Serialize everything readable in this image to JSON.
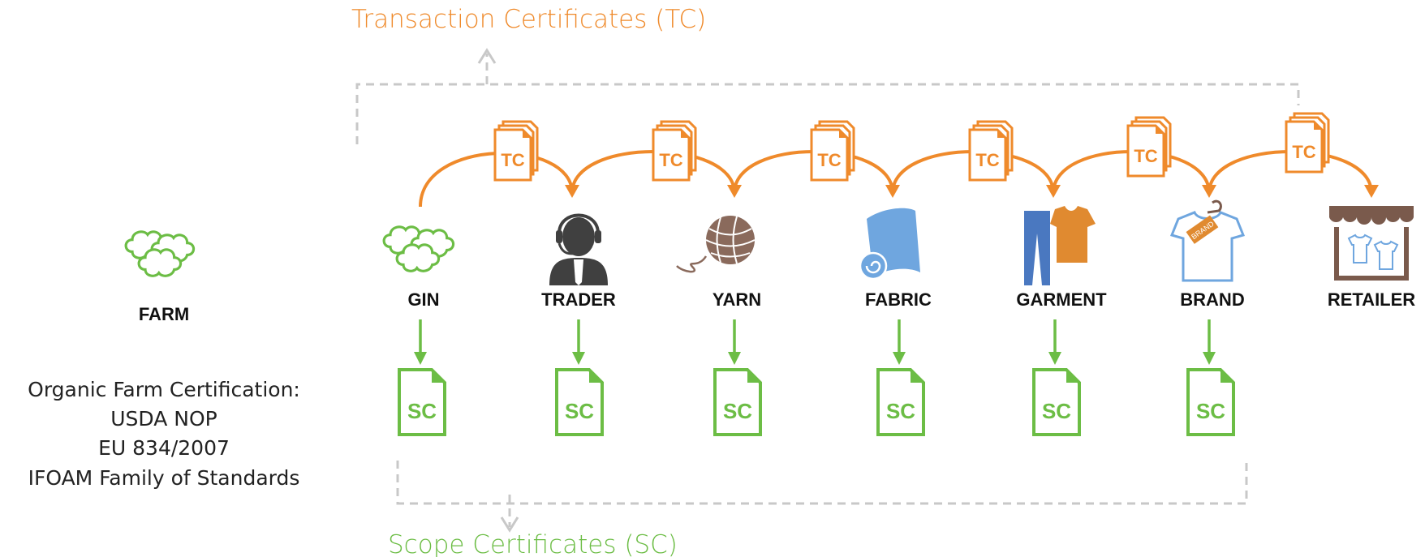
{
  "title_tc": "Transaction Certificates (TC)",
  "title_sc": "Scope Certificates (SC)",
  "farm": {
    "label": "FARM",
    "cert_lines": [
      "Organic Farm Certification:",
      "USDA NOP",
      "EU 834/2007",
      "IFOAM Family of Standards"
    ]
  },
  "stages": [
    {
      "label": "GIN",
      "icon": "cotton-icon"
    },
    {
      "label": "TRADER",
      "icon": "trader-headset-icon"
    },
    {
      "label": "YARN",
      "icon": "yarn-ball-icon"
    },
    {
      "label": "FABRIC",
      "icon": "fabric-roll-icon"
    },
    {
      "label": "GARMENT",
      "icon": "garment-icon"
    },
    {
      "label": "BRAND",
      "icon": "branded-shirt-icon"
    },
    {
      "label": "RETAILER",
      "icon": "retail-store-icon"
    }
  ],
  "tc_doc_label": "TC",
  "sc_doc_label": "SC",
  "brand_tag_text": "BRAND",
  "colors": {
    "tc": "#ef8a2b",
    "sc": "#6cbd45",
    "dashed": "#c8c8c8",
    "trader": "#404040",
    "yarn": "#8a6a5c",
    "fabric": "#6fa6df",
    "jeans": "#4a78c0",
    "tshirt": "#e08a30",
    "awning": "#7a5a4c"
  }
}
